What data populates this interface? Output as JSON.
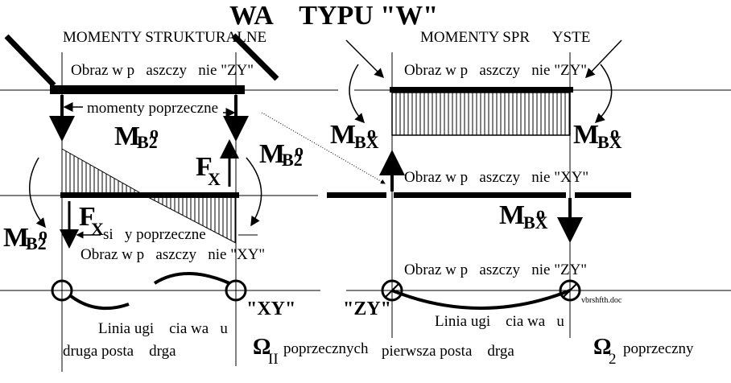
{
  "title": "WA    TYPU \"W\"",
  "subtitle_left": "MOMENTY STRUKTURALNE",
  "subtitle_right": "MOMENTY SPR      YSTE",
  "left_panel": {
    "plane_zy": "Obraz w p   aszczy   nie \"ZY\"",
    "moment_transverse": "momenty poprzeczne",
    "moment_symbol": "M",
    "moment_subscript": "B2",
    "moment_superscript": "o",
    "force_symbol": "F",
    "force_subscript": "X",
    "forces_transverse": "si   y poprzeczne",
    "plane_xy": "Obraz w p   aszczy   nie \"XY\"",
    "deflection_line": "Linia ugi    cia wa   u",
    "second_mode": "druga posta    drga",
    "omega_symbol": "Ω",
    "omega_subscript": "II",
    "transverse_word": "poprzecznych"
  },
  "right_panel": {
    "plane_zy_top": "Obraz w p   aszczy   nie \"ZY\"",
    "plane_xy": "Obraz w p   aszczy   nie \"XY\"",
    "moment_symbol": "M",
    "moment_subscript": "BX",
    "moment_superscript": "o",
    "plane_zy_bottom": "Obraz w p   aszczy   nie \"ZY\"",
    "file_name": "vbrshfth.doc",
    "deflection_line": "Linia ugi    cia wa   u",
    "first_mode": "pierwsza posta    drga",
    "omega_symbol": "Ω",
    "omega_subscript": "2",
    "transverse_word": "poprzeczny"
  },
  "plane_labels": {
    "xy": "\"XY\"",
    "zy": "\"ZY\""
  }
}
